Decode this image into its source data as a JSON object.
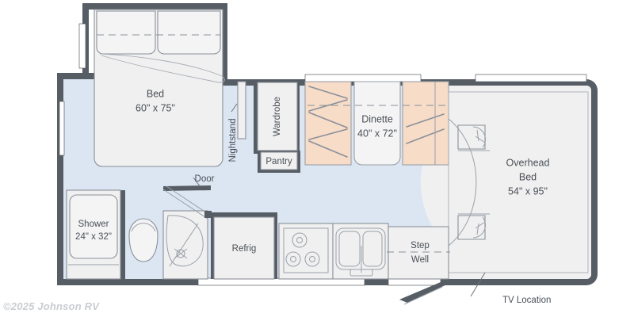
{
  "document": {
    "type": "rv-floorplan",
    "copyright": "©2025 Johnson RV"
  },
  "colors": {
    "wall": "#575D64",
    "floor": "#DCE6F2",
    "unit_fill": "#F0F0F0",
    "seat_fill": "#F7DCC8",
    "outline": "#8A9099",
    "text": "#4A4F56",
    "copyright_text": "#C9CCD1",
    "background": "#FFFFFF"
  },
  "rooms": {
    "bed": {
      "label": "Bed",
      "dimensions": "60\" x 75\""
    },
    "dinette": {
      "label": "Dinette",
      "dimensions": "40\" x 72\""
    },
    "overhead_bed": {
      "label_line1": "Overhead",
      "label_line2": "Bed",
      "dimensions": "54\" x 95\""
    },
    "shower": {
      "label": "Shower",
      "dimensions": "24\" x 32\""
    }
  },
  "fixtures": {
    "nightstand": "Nightstand",
    "wardrobe": "Wardrobe",
    "pantry": "Pantry",
    "refrig": "Refrig",
    "door": "Door",
    "step_well_line1": "Step",
    "step_well_line2": "Well",
    "tv_location": "TV Location"
  }
}
